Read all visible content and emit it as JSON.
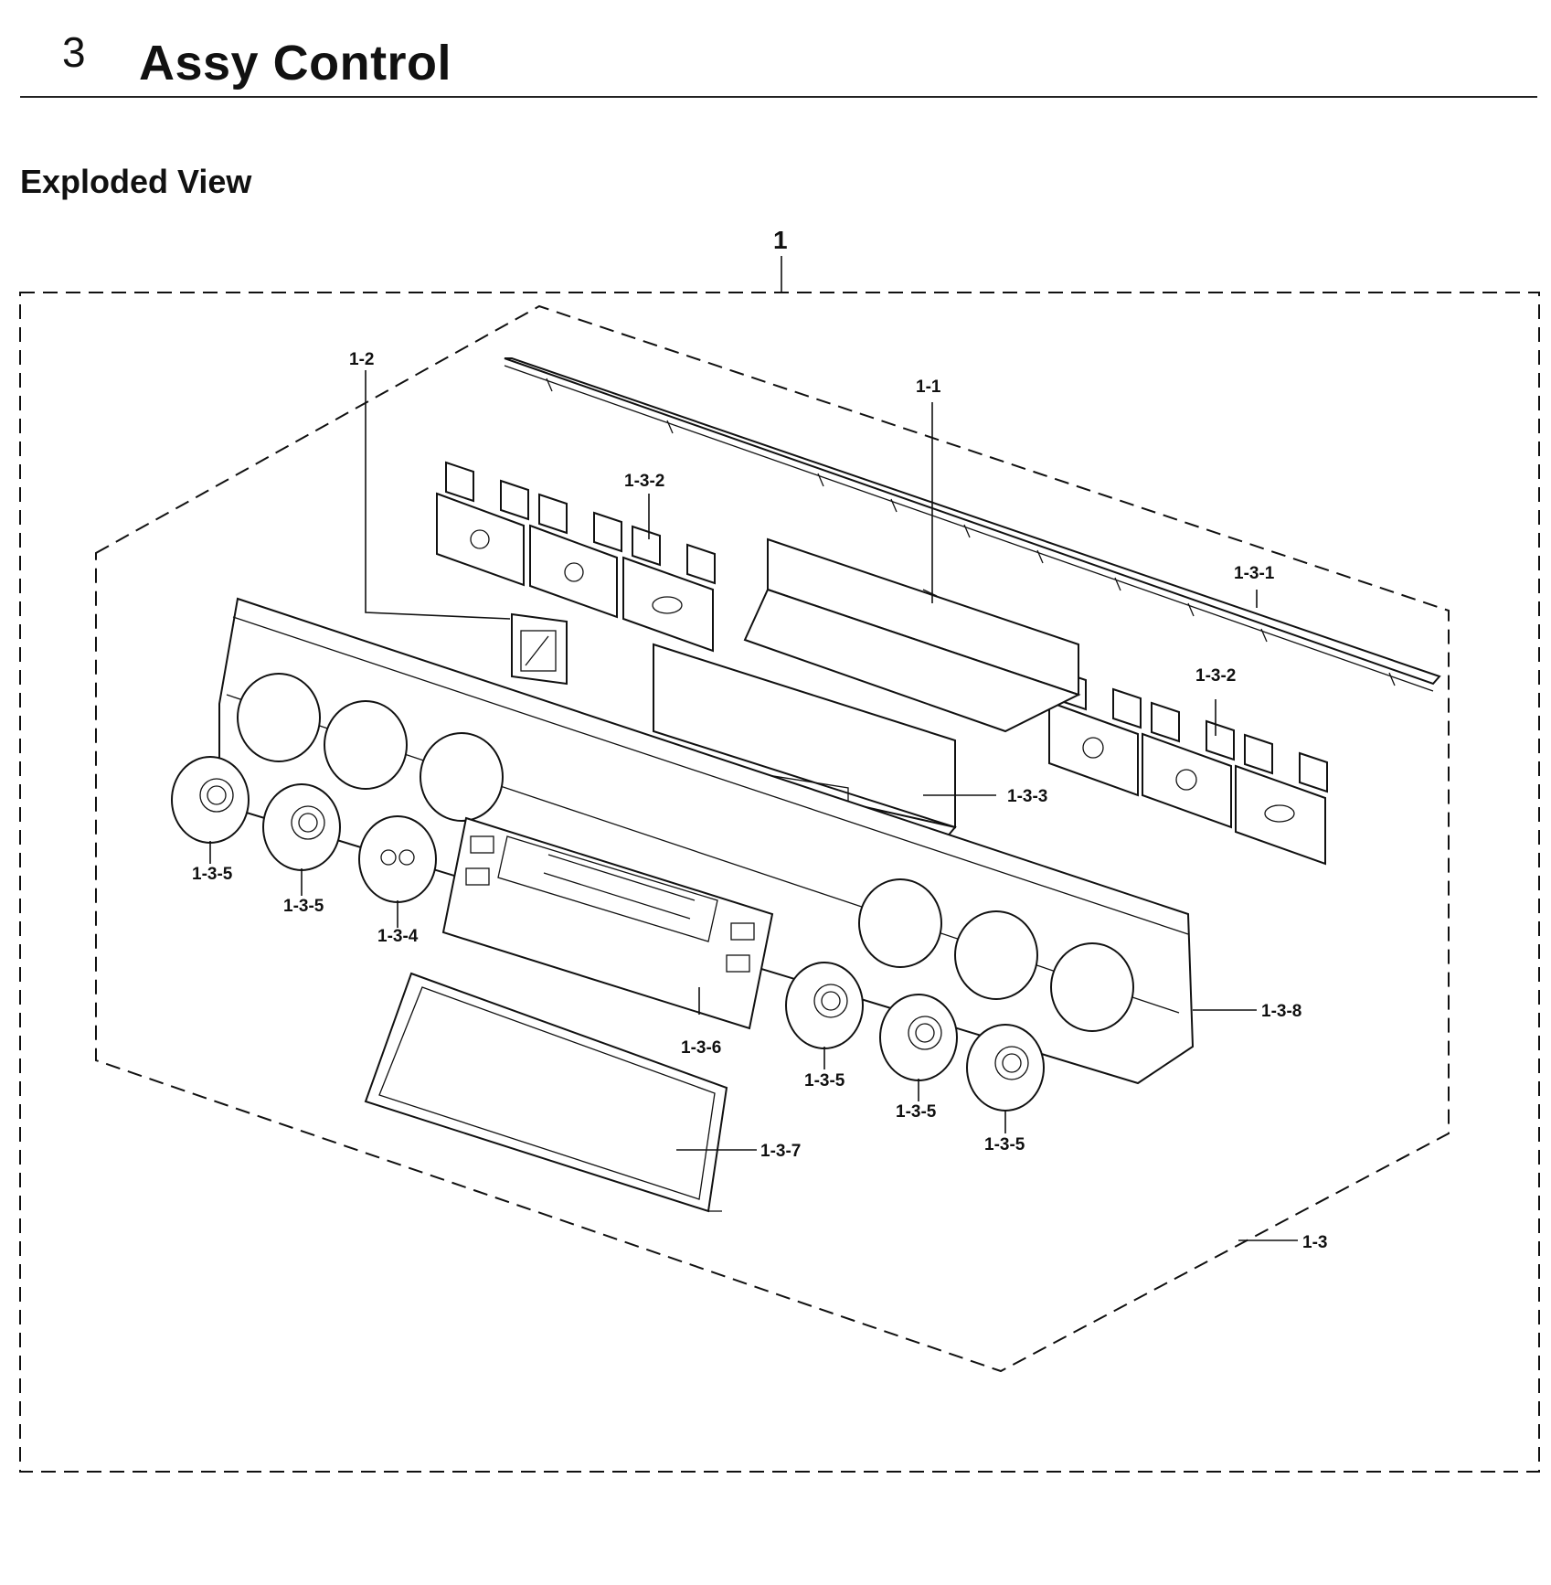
{
  "header": {
    "section_number": "3",
    "section_title": "Assy Control",
    "subtitle": "Exploded View"
  },
  "diagram": {
    "callouts": {
      "c1": "1",
      "c1_1": "1-1",
      "c1_2": "1-2",
      "c1_3": "1-3",
      "c1_3_1": "1-3-1",
      "c1_3_2a": "1-3-2",
      "c1_3_2b": "1-3-2",
      "c1_3_3": "1-3-3",
      "c1_3_4": "1-3-4",
      "c1_3_5a": "1-3-5",
      "c1_3_5b": "1-3-5",
      "c1_3_5c": "1-3-5",
      "c1_3_5d": "1-3-5",
      "c1_3_5e": "1-3-5",
      "c1_3_6": "1-3-6",
      "c1_3_7": "1-3-7",
      "c1_3_8": "1-3-8"
    }
  }
}
